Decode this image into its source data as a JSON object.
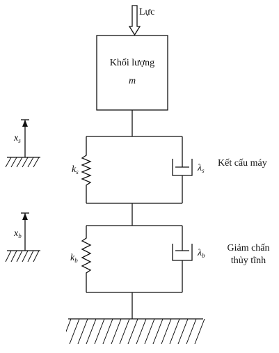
{
  "force_label": "Lực",
  "mass": {
    "title": "Khối lượng",
    "symbol": "m"
  },
  "structure": {
    "label": "Kết cấu máy",
    "spring": {
      "symbol": "k",
      "subscript": "s"
    },
    "damper": {
      "symbol": "λ",
      "subscript": "s"
    },
    "displacement": {
      "symbol": "x",
      "subscript": "s"
    }
  },
  "isolator": {
    "label_line1": "Giảm chấn",
    "label_line2": "thủy tĩnh",
    "spring": {
      "symbol": "k",
      "subscript": "b"
    },
    "damper": {
      "symbol": "λ",
      "subscript": "b"
    },
    "displacement": {
      "symbol": "x",
      "subscript": "b"
    }
  }
}
